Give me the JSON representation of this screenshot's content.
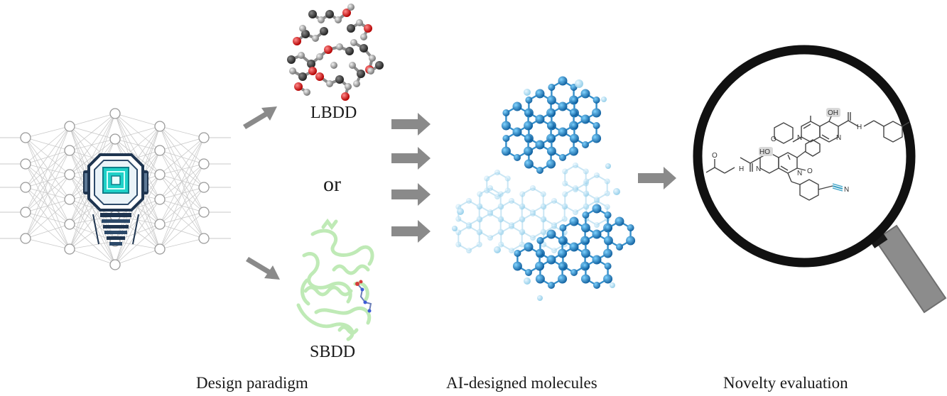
{
  "labels": {
    "lbdd": "LBDD",
    "or": "or",
    "sbdd": "SBDD"
  },
  "captions": {
    "design_paradigm": "Design paradigm",
    "ai_molecules": "AI-designed molecules",
    "novelty": "Novelty evaluation"
  },
  "chemistry": {
    "oh_top": "OH",
    "nh_top": "H",
    "n_top_1": "N",
    "n_top_2": "N",
    "o_morph": "O",
    "ho_bottom": "HO",
    "nh_bottom": "H",
    "n_bottom_1": "N",
    "n_bottom_2": "N",
    "o_bottom": "O",
    "cn": "N"
  },
  "colors": {
    "arrow": "#8a8a8a",
    "network_line": "#c9c9c9",
    "robot_dark": "#1f3550",
    "robot_cyan": "#1fd1c8",
    "molecule_blue": "#1b7fc4",
    "protein_green": "#bfeab6",
    "lens_ring": "#111111",
    "handle": "#8c8c8c"
  },
  "icons": [
    "neural-network-icon",
    "robot-chip-icon",
    "ball-stick-molecule-icon",
    "protein-structure-icon",
    "molecule-cloud-icon",
    "magnifier-icon"
  ]
}
